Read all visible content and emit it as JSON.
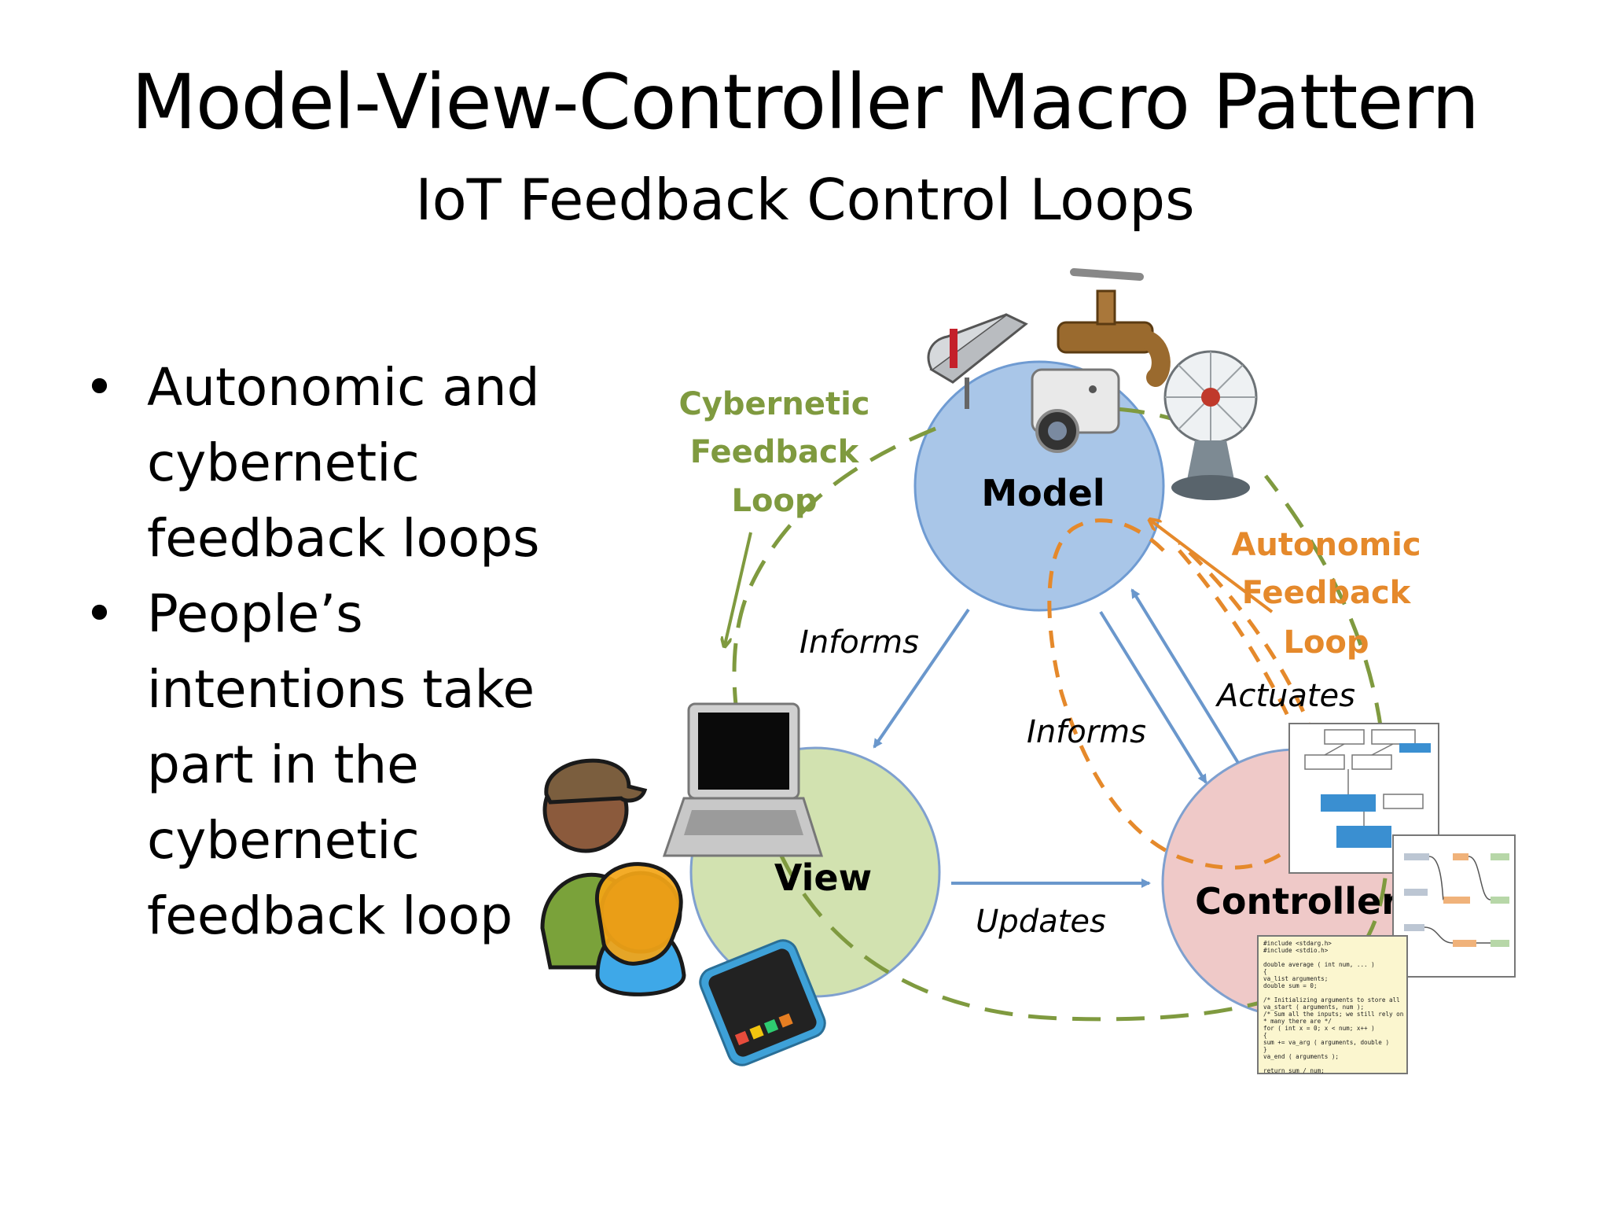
{
  "slide": {
    "title": "Model-View-Controller Macro Pattern",
    "subtitle": "IoT Feedback Control Loops"
  },
  "bullets": [
    {
      "lines": [
        "Autonomic and",
        "cybernetic",
        "feedback loops"
      ]
    },
    {
      "lines": [
        "People’s",
        "intentions take",
        "part in the",
        "cybernetic",
        "feedback loop"
      ]
    }
  ],
  "diagram": {
    "nodes": {
      "model": "Model",
      "view": "View",
      "controller": "Controller"
    },
    "edges": {
      "model_informs_view": "Informs",
      "model_informs_controller": "Informs",
      "controller_actuates_model": "Actuates",
      "view_updates_controller": "Updates"
    },
    "loops": {
      "cybernetic": [
        "Cybernetic",
        "Feedback",
        "Loop"
      ],
      "autonomic": [
        "Autonomic",
        "Feedback",
        "Loop"
      ]
    },
    "code_snippet": [
      "#include <stdarg.h>",
      "#include <stdio.h>",
      "",
      "double average ( int num, ... )",
      "{",
      "   va_list arguments;",
      "   double sum = 0;",
      "",
      "   /* Initializing arguments to store all",
      "   va_start ( arguments, num );",
      "   /* Sum all the inputs; we still rely on",
      "    * many there are */",
      "   for ( int x = 0; x < num; x++ )",
      "   {",
      "      sum += va_arg ( arguments, double )",
      "   }",
      "   va_end ( arguments );",
      "",
      "   return sum / num;"
    ],
    "colors": {
      "model_fill": "#a9c6e8",
      "model_stroke": "#6f9bd2",
      "view_fill": "#d2e2b0",
      "view_stroke": "#7fa0cf",
      "controller_fill": "#efc9c8",
      "controller_stroke": "#7fa0cf",
      "arrow_blue": "#6a97cc",
      "cybernetic_green": "#7f9a3f",
      "autonomic_orange": "#e5892b"
    },
    "icons": [
      "mailbox-icon",
      "faucet-icon",
      "security-camera-icon",
      "desk-fan-icon",
      "laptop-icon",
      "smartphone-icon",
      "people-icon",
      "flowchart-icon",
      "node-graph-icon",
      "code-document-icon"
    ]
  }
}
